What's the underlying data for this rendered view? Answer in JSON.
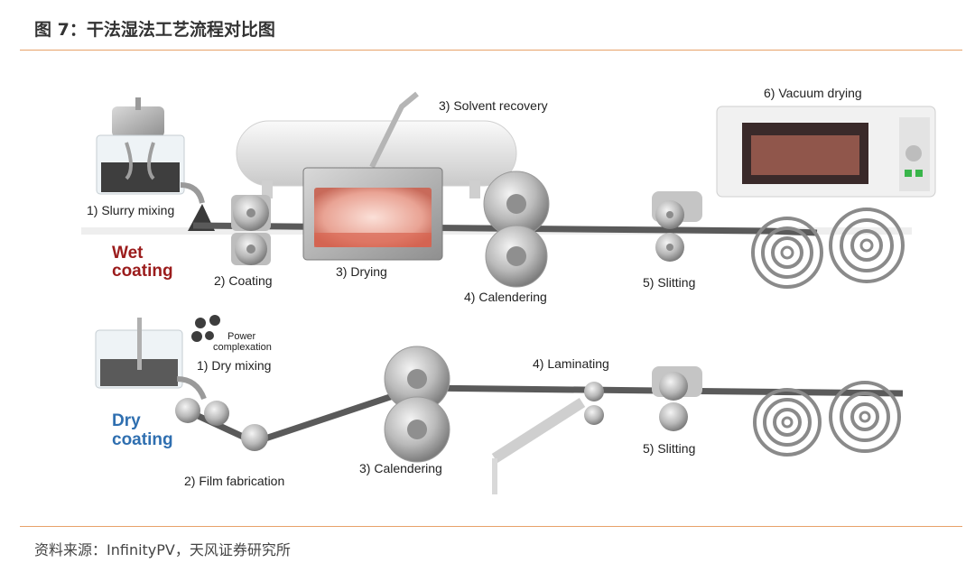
{
  "header": {
    "title": "图 7：干法湿法工艺流程对比图"
  },
  "footer": {
    "source": "资料来源：InfinityPV，天风证券研究所"
  },
  "wet": {
    "category": [
      "Wet",
      "coating"
    ],
    "category_color": "#9b1c1c",
    "steps": {
      "mixing": "1) Slurry mixing",
      "coating": "2) Coating",
      "drying": "3) Drying",
      "solvent": "3) Solvent recovery",
      "calendering": "4) Calendering",
      "slitting": "5) Slitting",
      "vacuum": "6) Vacuum drying"
    }
  },
  "dry": {
    "category": [
      "Dry",
      "coating"
    ],
    "category_color": "#2f6fb0",
    "steps": {
      "power1": "Power",
      "power2": "complexation",
      "mixing": "1) Dry mixing",
      "film": "2) Film fabrication",
      "calendering": "3) Calendering",
      "laminating": "4) Laminating",
      "slitting": "5) Slitting"
    }
  },
  "colors": {
    "accent_rule": "#e8a26a"
  }
}
